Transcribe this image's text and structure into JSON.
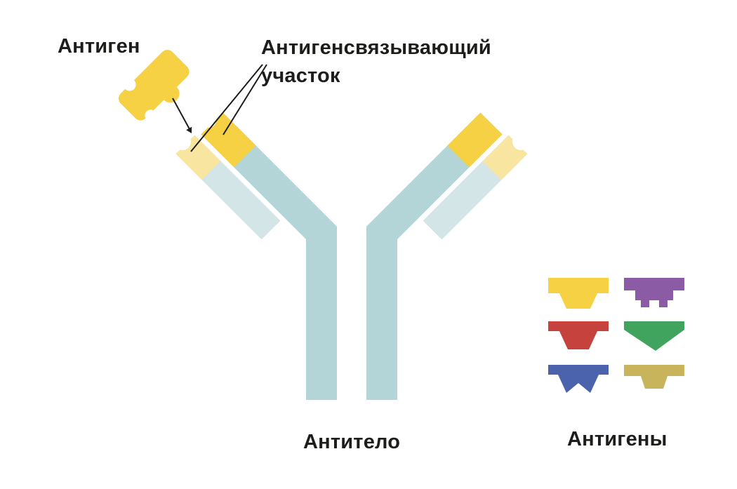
{
  "labels": {
    "antigen": "Антиген",
    "binding_site_line1": "Антигенсвязывающий",
    "binding_site_line2": "участок",
    "antibody": "Антитело",
    "antigens": "Антигены"
  },
  "colors": {
    "antibody_heavy": "#b3d5d8",
    "antibody_light": "#d4e5e7",
    "binding_yellow": "#f5d143",
    "binding_pale": "#f8e5a0",
    "line": "#1d1d1b",
    "text": "#1d1d1b",
    "background": "#ffffff"
  },
  "antigens": {
    "items": [
      {
        "name": "yellow-antigen",
        "color": "#f5d143"
      },
      {
        "name": "purple-antigen",
        "color": "#8c5ba6"
      },
      {
        "name": "red-antigen",
        "color": "#c5433c"
      },
      {
        "name": "green-antigen",
        "color": "#41a45e"
      },
      {
        "name": "blue-antigen",
        "color": "#4a63ac"
      },
      {
        "name": "olive-antigen",
        "color": "#c8b55b"
      }
    ]
  }
}
